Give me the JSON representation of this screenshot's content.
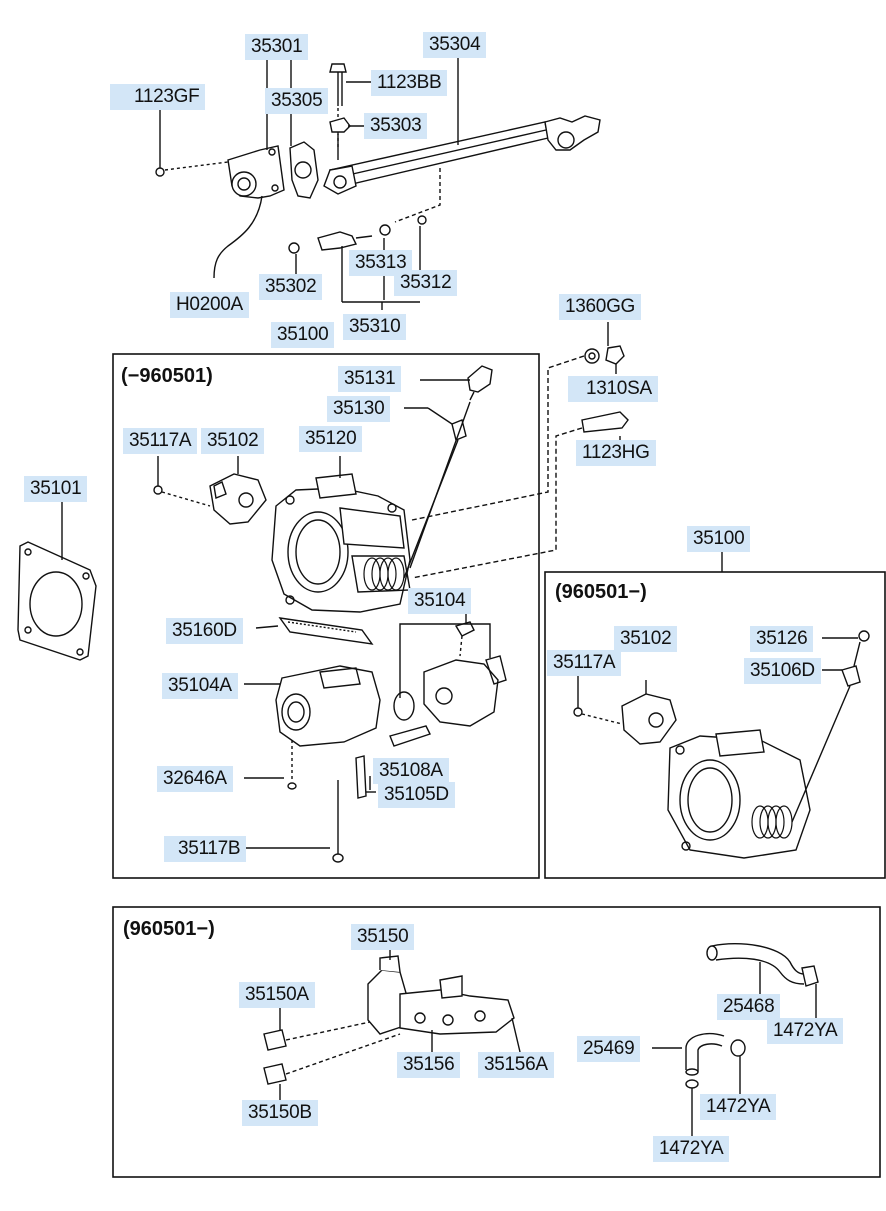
{
  "sections": {
    "early": "(−960501)",
    "late_throttle": "(960501−)",
    "late_valve": "(960501−)"
  },
  "labels": {
    "l_35301": "35301",
    "l_35304": "35304",
    "l_1123GF": "1123GF",
    "l_1123BB": "1123BB",
    "l_35305": "35305",
    "l_35303": "35303",
    "l_35313": "35313",
    "l_35312": "35312",
    "l_35302": "35302",
    "l_H0200A": "H0200A",
    "l_35310": "35310",
    "l_35100_top": "35100",
    "l_1360GG": "1360GG",
    "l_1310SA": "1310SA",
    "l_1123HG": "1123HG",
    "l_35131": "35131",
    "l_35130": "35130",
    "l_35117A_left": "35117A",
    "l_35102_left": "35102",
    "l_35120": "35120",
    "l_35101": "35101",
    "l_35160D": "35160D",
    "l_35104": "35104",
    "l_35104A": "35104A",
    "l_32646A": "32646A",
    "l_35108A": "35108A",
    "l_35105D": "35105D",
    "l_35117B": "35117B",
    "l_35100_right": "35100",
    "l_35102_right": "35102",
    "l_35126": "35126",
    "l_35117A_right": "35117A",
    "l_35106D": "35106D",
    "l_35150": "35150",
    "l_35150A": "35150A",
    "l_35156": "35156",
    "l_35156A": "35156A",
    "l_35150B": "35150B",
    "l_25468": "25468",
    "l_1472YA_a": "1472YA",
    "l_25469": "25469",
    "l_1472YA_b": "1472YA",
    "l_1472YA_c": "1472YA"
  }
}
